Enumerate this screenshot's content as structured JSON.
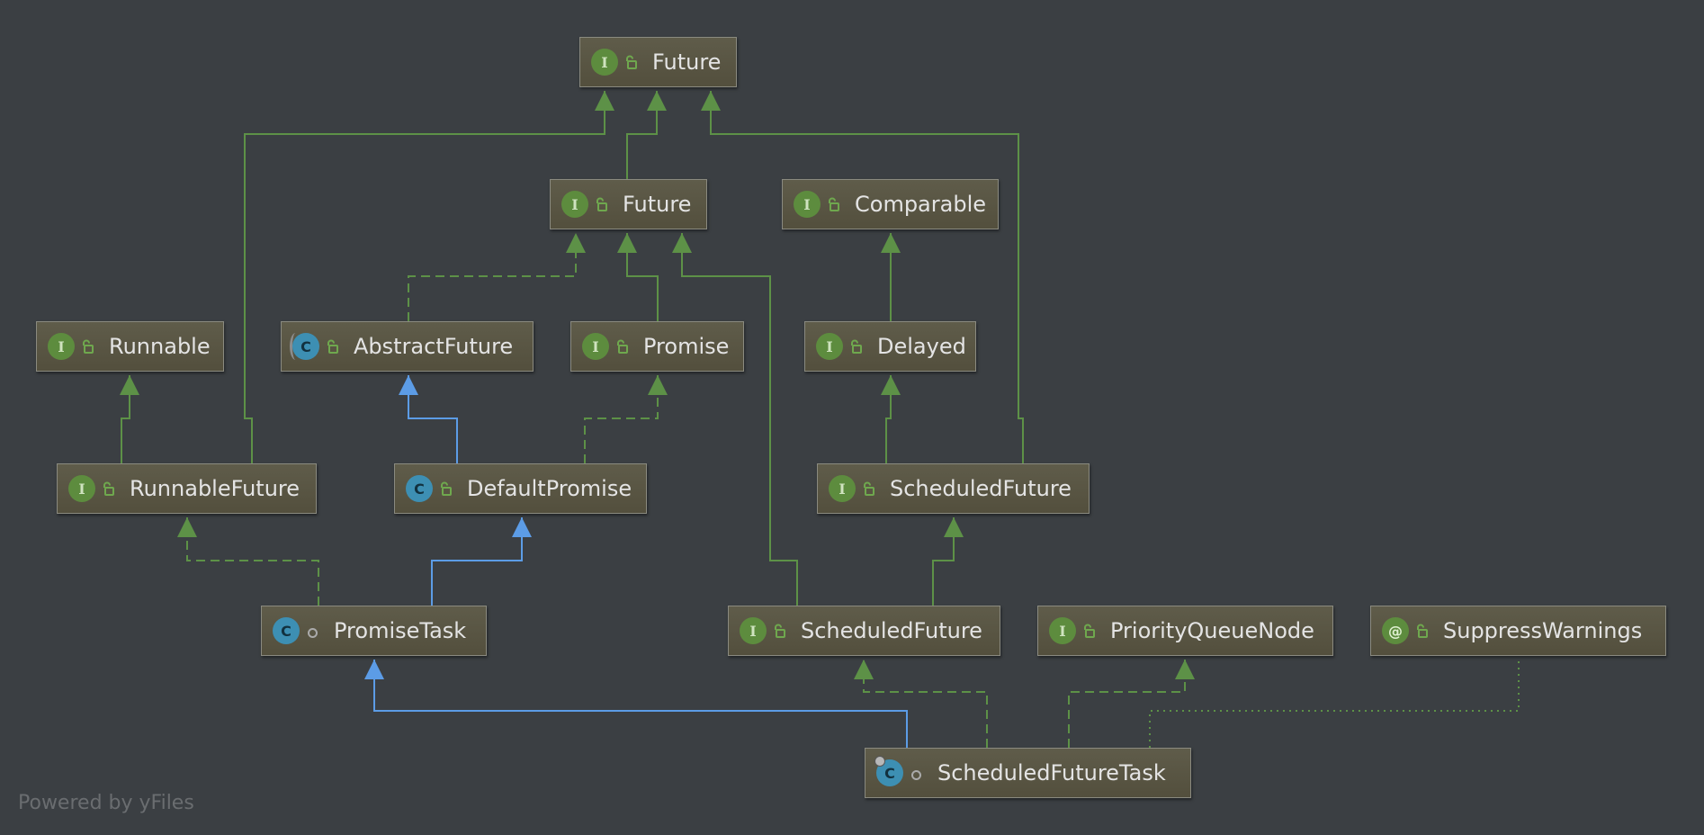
{
  "nodes": [
    {
      "id": "future-top",
      "name": "Future",
      "kind": "I",
      "kind_icon": "interface-icon",
      "visibility": "public"
    },
    {
      "id": "future-mid",
      "name": "Future",
      "kind": "I",
      "kind_icon": "interface-icon",
      "visibility": "public"
    },
    {
      "id": "comparable",
      "name": "Comparable",
      "kind": "I",
      "kind_icon": "interface-icon",
      "visibility": "public"
    },
    {
      "id": "runnable",
      "name": "Runnable",
      "kind": "I",
      "kind_icon": "interface-icon",
      "visibility": "public"
    },
    {
      "id": "abstract-future",
      "name": "AbstractFuture",
      "kind": "C",
      "kind_icon": "abstract-class-icon",
      "visibility": "public"
    },
    {
      "id": "promise",
      "name": "Promise",
      "kind": "I",
      "kind_icon": "interface-icon",
      "visibility": "public"
    },
    {
      "id": "delayed",
      "name": "Delayed",
      "kind": "I",
      "kind_icon": "interface-icon",
      "visibility": "public"
    },
    {
      "id": "runnable-future",
      "name": "RunnableFuture",
      "kind": "I",
      "kind_icon": "interface-icon",
      "visibility": "public"
    },
    {
      "id": "default-promise",
      "name": "DefaultPromise",
      "kind": "C",
      "kind_icon": "class-icon",
      "visibility": "public"
    },
    {
      "id": "scheduled-future-java",
      "name": "ScheduledFuture",
      "kind": "I",
      "kind_icon": "interface-icon",
      "visibility": "public"
    },
    {
      "id": "promise-task",
      "name": "PromiseTask",
      "kind": "C",
      "kind_icon": "class-icon",
      "visibility": "package"
    },
    {
      "id": "scheduled-future-netty",
      "name": "ScheduledFuture",
      "kind": "I",
      "kind_icon": "interface-icon",
      "visibility": "public"
    },
    {
      "id": "priority-queue-node",
      "name": "PriorityQueueNode",
      "kind": "I",
      "kind_icon": "interface-icon",
      "visibility": "public"
    },
    {
      "id": "suppress-warnings",
      "name": "SuppressWarnings",
      "kind": "@",
      "kind_icon": "annotation-icon",
      "visibility": "public"
    },
    {
      "id": "scheduled-future-task",
      "name": "ScheduledFutureTask",
      "kind": "C",
      "kind_icon": "final-class-icon",
      "visibility": "package"
    }
  ],
  "edges": [
    {
      "from": "future-mid",
      "to": "future-top",
      "relation": "extends",
      "style": "solid",
      "color": "#5d9147"
    },
    {
      "from": "runnable-future",
      "to": "future-top",
      "relation": "extends",
      "style": "solid",
      "color": "#5d9147"
    },
    {
      "from": "scheduled-future-java",
      "to": "future-top",
      "relation": "extends",
      "style": "solid",
      "color": "#5d9147"
    },
    {
      "from": "abstract-future",
      "to": "future-mid",
      "relation": "implements",
      "style": "dashed",
      "color": "#5d9147"
    },
    {
      "from": "promise",
      "to": "future-mid",
      "relation": "extends",
      "style": "solid",
      "color": "#5d9147"
    },
    {
      "from": "scheduled-future-netty",
      "to": "future-mid",
      "relation": "extends",
      "style": "solid",
      "color": "#5d9147"
    },
    {
      "from": "delayed",
      "to": "comparable",
      "relation": "extends",
      "style": "solid",
      "color": "#5d9147"
    },
    {
      "from": "runnable-future",
      "to": "runnable",
      "relation": "extends",
      "style": "solid",
      "color": "#5d9147"
    },
    {
      "from": "default-promise",
      "to": "abstract-future",
      "relation": "extends",
      "style": "solid",
      "color": "#5c9ce6"
    },
    {
      "from": "default-promise",
      "to": "promise",
      "relation": "implements",
      "style": "dashed",
      "color": "#5d9147"
    },
    {
      "from": "scheduled-future-java",
      "to": "delayed",
      "relation": "extends",
      "style": "solid",
      "color": "#5d9147"
    },
    {
      "from": "promise-task",
      "to": "runnable-future",
      "relation": "implements",
      "style": "dashed",
      "color": "#5d9147"
    },
    {
      "from": "promise-task",
      "to": "default-promise",
      "relation": "extends",
      "style": "solid",
      "color": "#5c9ce6"
    },
    {
      "from": "scheduled-future-netty",
      "to": "scheduled-future-java",
      "relation": "extends",
      "style": "solid",
      "color": "#5d9147"
    },
    {
      "from": "scheduled-future-task",
      "to": "promise-task",
      "relation": "extends",
      "style": "solid",
      "color": "#5c9ce6"
    },
    {
      "from": "scheduled-future-task",
      "to": "scheduled-future-netty",
      "relation": "implements",
      "style": "dashed",
      "color": "#5d9147"
    },
    {
      "from": "scheduled-future-task",
      "to": "priority-queue-node",
      "relation": "implements",
      "style": "dashed",
      "color": "#5d9147"
    },
    {
      "from": "scheduled-future-task",
      "to": "suppress-warnings",
      "relation": "annotated",
      "style": "dotted",
      "color": "#5d9147"
    }
  ],
  "footer": {
    "powered_by": "Powered by yFiles"
  },
  "colors": {
    "background": "#3b3f43",
    "interface_edge": "#5d9147",
    "class_edge": "#5c9ce6",
    "node_fill": "#5a5745",
    "node_border": "#8a8a80",
    "text": "#e4e4e4"
  }
}
